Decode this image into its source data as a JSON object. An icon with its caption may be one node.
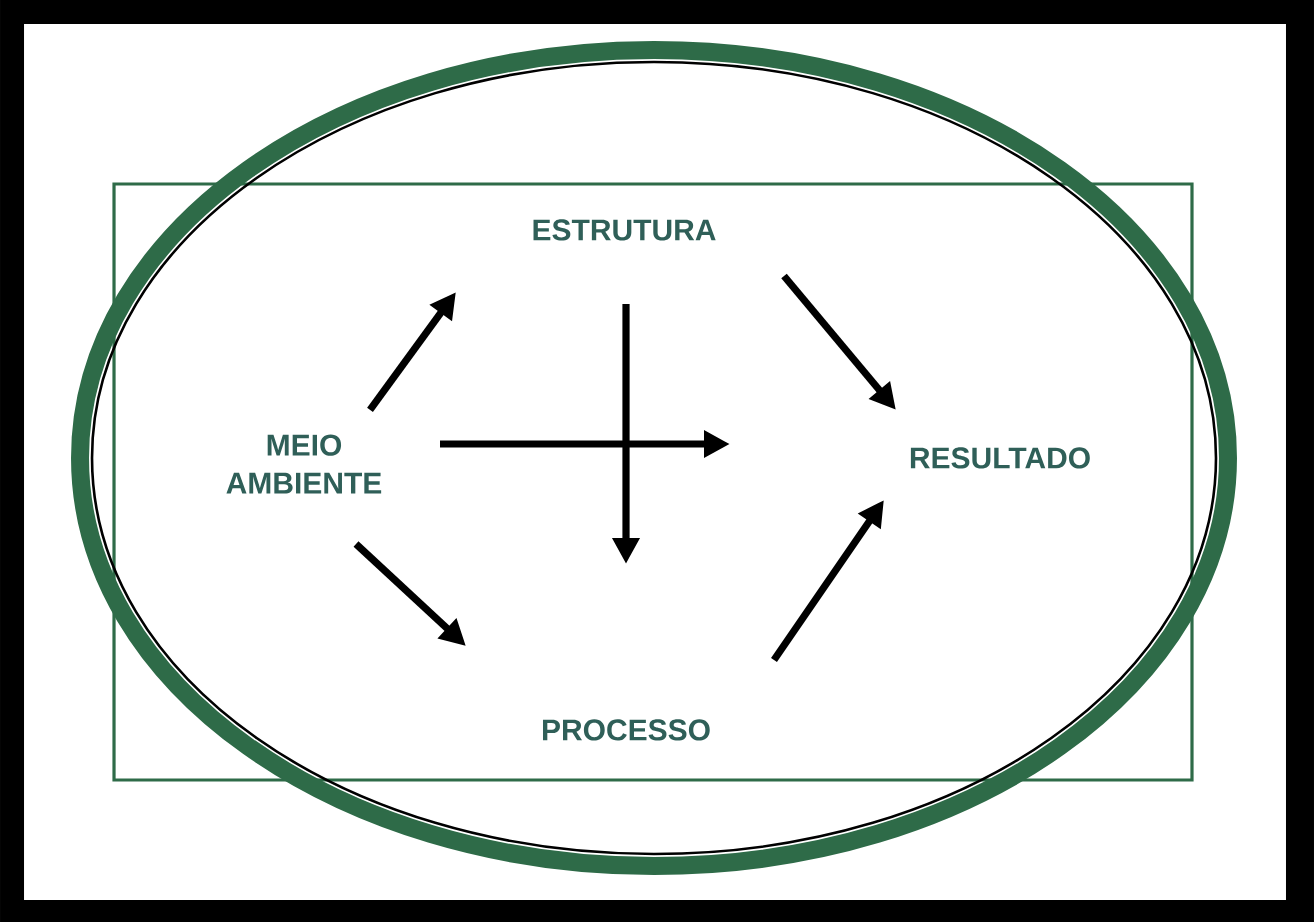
{
  "diagram": {
    "nodes": [
      {
        "text": [
          "ESTRUTURA"
        ]
      },
      {
        "text": [
          "MEIO AMBIENTE"
        ]
      },
      {
        "text": [
          "RESULTADO"
        ]
      },
      {
        "text": [
          "PROCESSO"
        ]
      }
    ],
    "edges": [
      {
        "from": 1,
        "to": 0,
        "arrow": "to"
      },
      {
        "from": 1,
        "to": 3,
        "arrow": "to"
      },
      {
        "from": 0,
        "to": 2,
        "arrow": "to"
      },
      {
        "from": 3,
        "to": 2,
        "arrow": "to"
      },
      {
        "from": 0,
        "to": null,
        "arrow": "to"
      },
      {
        "from": 1,
        "to": null,
        "arrow": "to"
      }
    ]
  }
}
